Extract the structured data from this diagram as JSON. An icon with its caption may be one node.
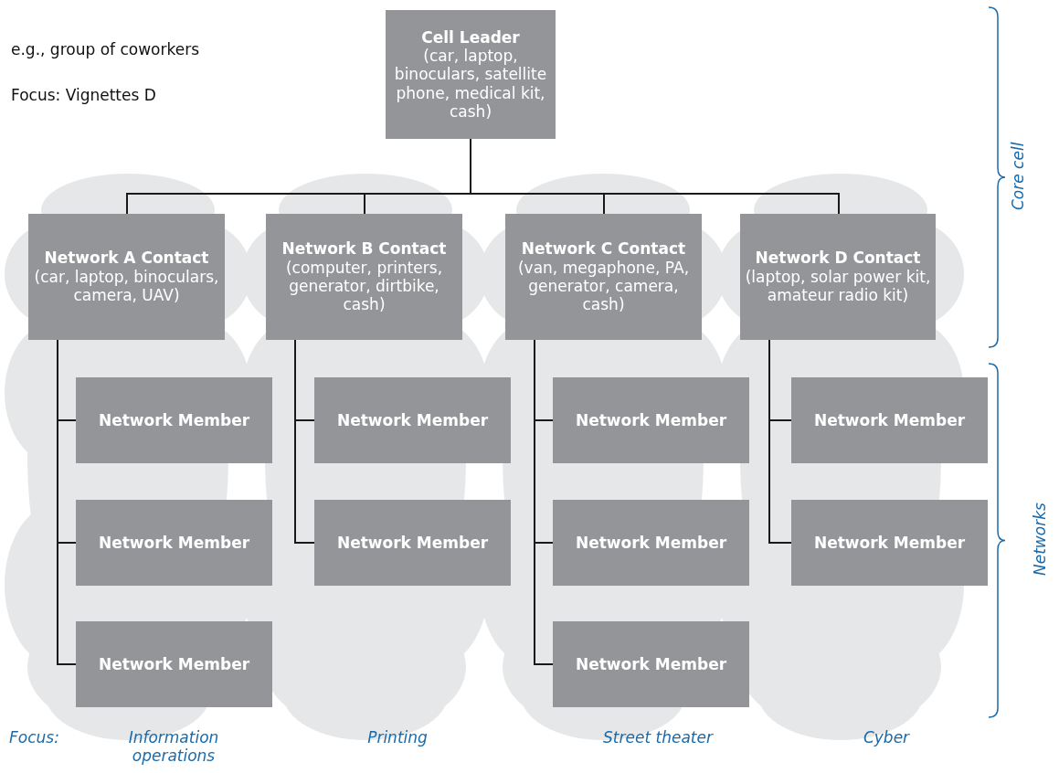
{
  "diagram": {
    "nodes": [
      {
        "text": [
          "Cell Leader",
          "(car, laptop, binoculars, satellite phone, medical kit, cash)"
        ]
      },
      {
        "text": [
          "Network A Contact",
          "(car, laptop, binoculars, camera, UAV)"
        ]
      },
      {
        "text": [
          "Network B Contact",
          "(computer, printers, generator, dirtbike, cash)"
        ]
      },
      {
        "text": [
          "Network C Contact",
          "(van, megaphone, PA, generator, camera, cash)"
        ]
      },
      {
        "text": [
          "Network D Contact",
          "(laptop, solar power kit, amateur radio kit)"
        ]
      },
      {
        "text": [
          "Network Member"
        ]
      },
      {
        "text": [
          "Network Member"
        ]
      },
      {
        "text": [
          "Network Member"
        ]
      },
      {
        "text": [
          "Network Member"
        ]
      },
      {
        "text": [
          "Network Member"
        ]
      },
      {
        "text": [
          "Network Member"
        ]
      },
      {
        "text": [
          "Network Member"
        ]
      },
      {
        "text": [
          "Network Member"
        ]
      },
      {
        "text": [
          "Network Member"
        ]
      },
      {
        "text": [
          "Network Member"
        ]
      }
    ],
    "edges": [
      {
        "from": 0,
        "to": 1,
        "arrow": "none"
      },
      {
        "from": 0,
        "to": 2,
        "arrow": "none"
      },
      {
        "from": 0,
        "to": 3,
        "arrow": "none"
      },
      {
        "from": 0,
        "to": 4,
        "arrow": "none"
      },
      {
        "from": 1,
        "to": 5,
        "arrow": "none"
      },
      {
        "from": 1,
        "to": 9,
        "arrow": "none"
      },
      {
        "from": 1,
        "to": 13,
        "arrow": "none"
      },
      {
        "from": 2,
        "to": 6,
        "arrow": "none"
      },
      {
        "from": 2,
        "to": 10,
        "arrow": "none"
      },
      {
        "from": 3,
        "to": 7,
        "arrow": "none"
      },
      {
        "from": 3,
        "to": 11,
        "arrow": "none"
      },
      {
        "from": 3,
        "to": 14,
        "arrow": "none"
      },
      {
        "from": 4,
        "to": 8,
        "arrow": "none"
      },
      {
        "from": 4,
        "to": 12,
        "arrow": "none"
      }
    ],
    "labels": [
      "e.g., group of coworkers",
      "Focus: Vignettes D",
      "Core cell",
      "Networks",
      "Focus:",
      "Information operations",
      "Printing",
      "Street theater",
      "Cyber"
    ]
  }
}
